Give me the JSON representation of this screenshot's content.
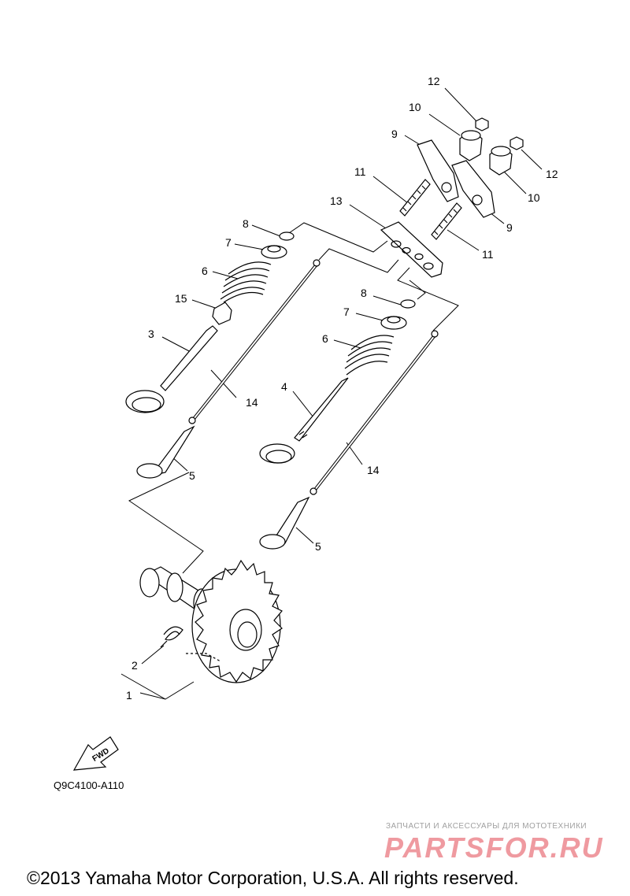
{
  "callouts": {
    "c1": "1",
    "c2": "2",
    "c3": "3",
    "c4": "4",
    "c5a": "5",
    "c5b": "5",
    "c6a": "6",
    "c6b": "6",
    "c7a": "7",
    "c7b": "7",
    "c8a": "8",
    "c8b": "8",
    "c9a": "9",
    "c9b": "9",
    "c10a": "10",
    "c10b": "10",
    "c11a": "11",
    "c11b": "11",
    "c12a": "12",
    "c12b": "12",
    "c13": "13",
    "c14a": "14",
    "c14b": "14",
    "c15": "15"
  },
  "fwd_label": "FWD",
  "diagram_code": "Q9C4100-A110",
  "watermark": {
    "tagline": "ЗАПЧАСТИ И АКСЕССУАРЫ ДЛЯ МОТОТЕХНИКИ",
    "logo": "PARTSFOR.RU"
  },
  "copyright": "©2013 Yamaha Motor Corporation, U.S.A. All rights reserved."
}
